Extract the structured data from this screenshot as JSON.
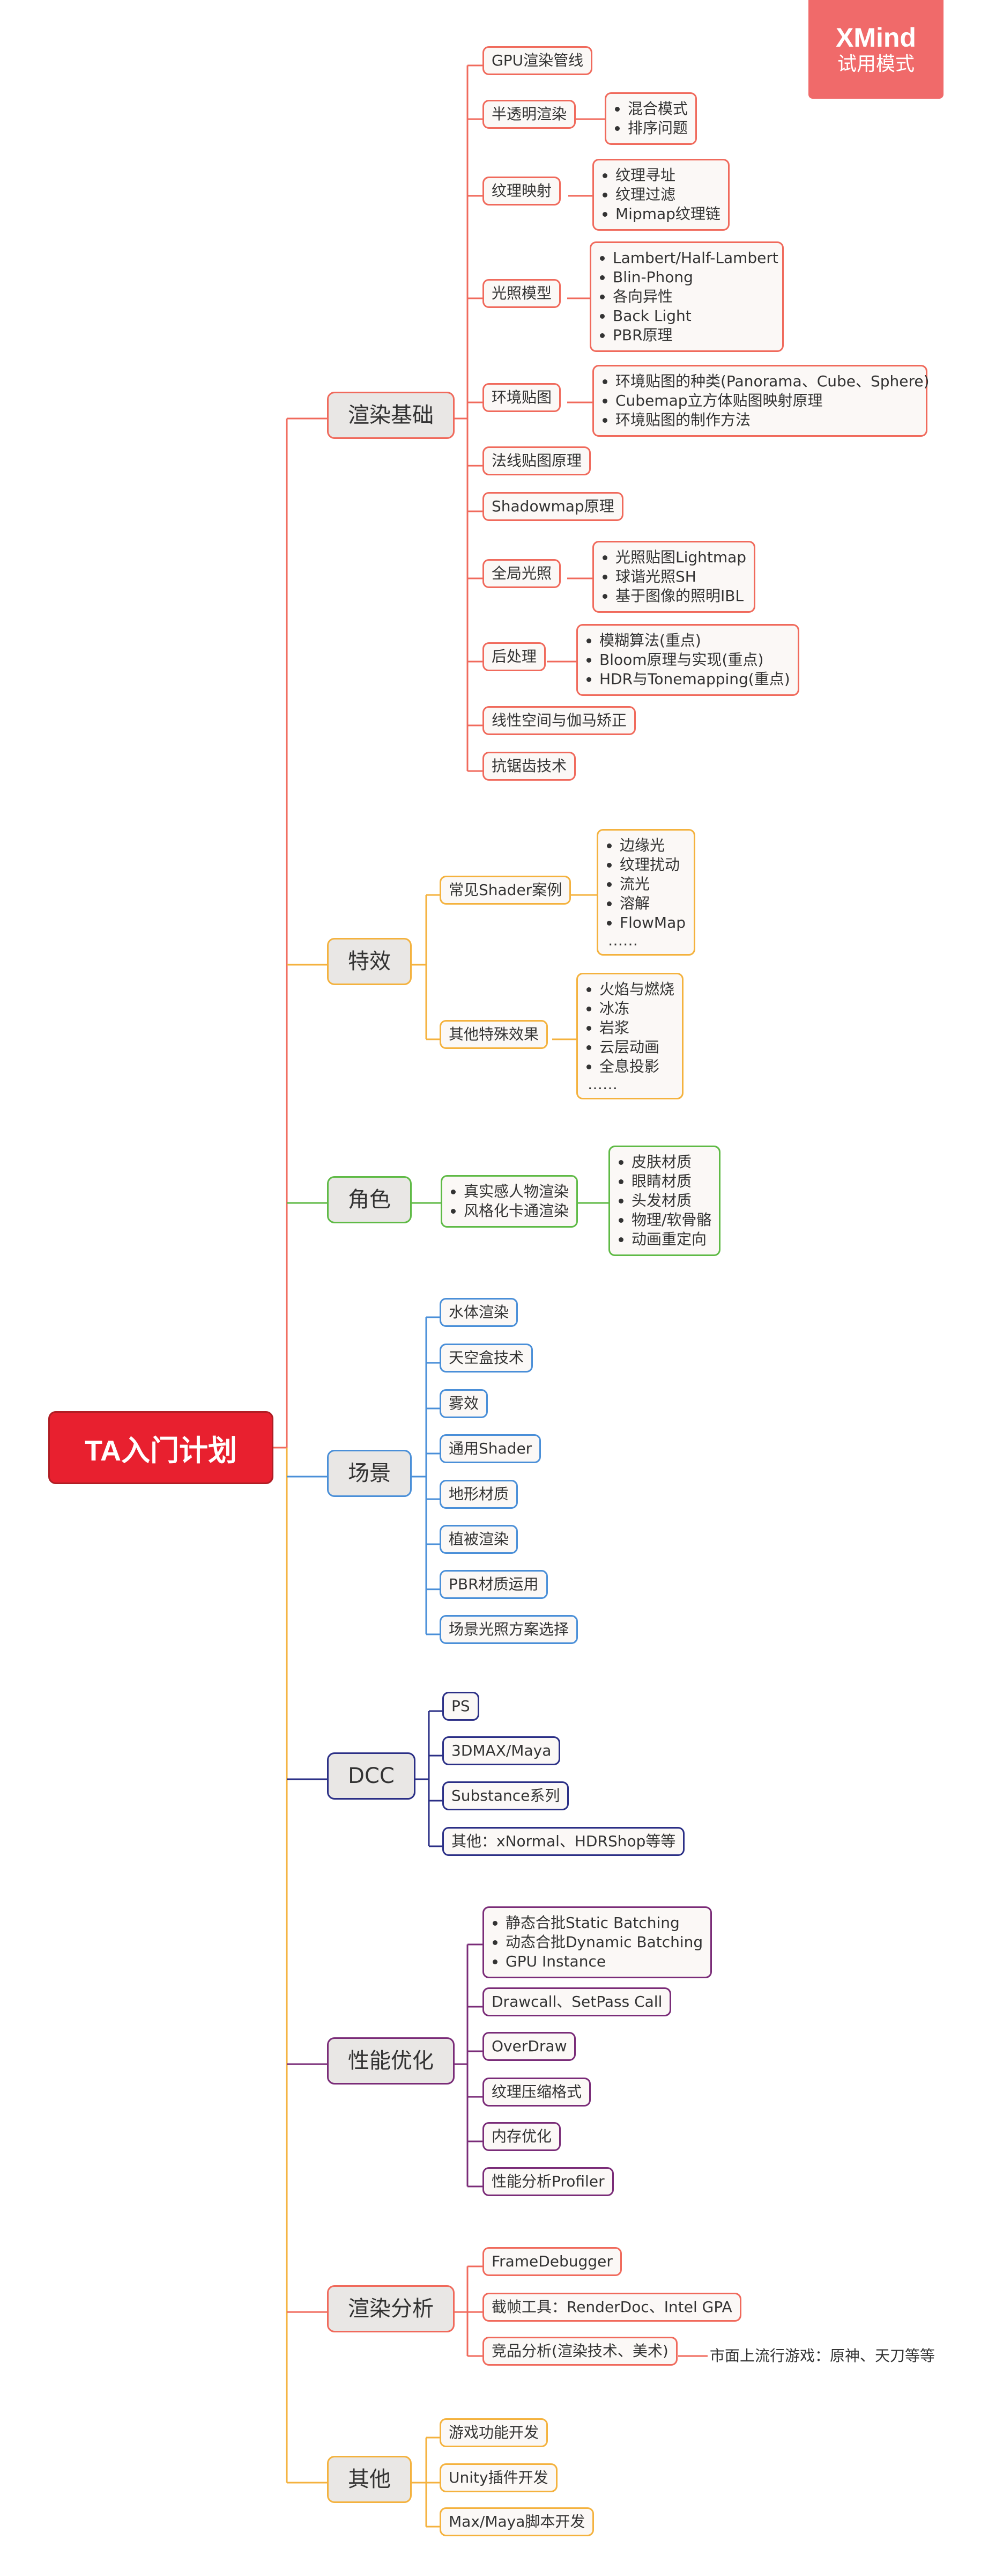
{
  "root": "TA入门计划",
  "badge": {
    "brand": "XMind",
    "mode": "试用模式"
  },
  "branches": {
    "render": {
      "label": "渲染基础",
      "items": {
        "gpu": "GPU渲染管线",
        "blend": "半透明渲染",
        "blend_sub": [
          "混合模式",
          "排序问题"
        ],
        "tex": "纹理映射",
        "tex_sub": [
          "纹理寻址",
          "纹理过滤",
          "Mipmap纹理链"
        ],
        "light": "光照模型",
        "light_sub": [
          "Lambert/Half-Lambert",
          "Blin-Phong",
          "各向异性",
          "Back Light",
          "PBR原理"
        ],
        "env": "环境贴图",
        "env_sub": [
          "环境贴图的种类(Panorama、Cube、Sphere)",
          "Cubemap立方体贴图映射原理",
          "环境贴图的制作方法"
        ],
        "normal": "法线贴图原理",
        "shadow": "Shadowmap原理",
        "gi": "全局光照",
        "gi_sub": [
          "光照贴图Lightmap",
          "球谐光照SH",
          "基于图像的照明IBL"
        ],
        "post": "后处理",
        "post_sub": [
          "模糊算法(重点)",
          "Bloom原理与实现(重点)",
          "HDR与Tonemapping(重点)"
        ],
        "gamma": "线性空间与伽马矫正",
        "aa": "抗锯齿技术"
      }
    },
    "fx": {
      "label": "特效",
      "items": {
        "common": "常见Shader案例",
        "common_sub": [
          "边缘光",
          "纹理扰动",
          "流光",
          "溶解",
          "FlowMap"
        ],
        "common_more": "……",
        "other": "其他特殊效果",
        "other_sub": [
          "火焰与燃烧",
          "冰冻",
          "岩浆",
          "云层动画",
          "全息投影"
        ],
        "other_more": "……"
      }
    },
    "char": {
      "label": "角色",
      "items": {
        "styles": [
          "真实感人物渲染",
          "风格化卡通渲染"
        ],
        "sub": [
          "皮肤材质",
          "眼睛材质",
          "头发材质",
          "物理/软骨骼",
          "动画重定向"
        ]
      }
    },
    "scene": {
      "label": "场景",
      "items": [
        "水体渲染",
        "天空盒技术",
        "雾效",
        "通用Shader",
        "地形材质",
        "植被渲染",
        "PBR材质运用",
        "场景光照方案选择"
      ]
    },
    "dcc": {
      "label": "DCC",
      "items": [
        "PS",
        "3DMAX/Maya",
        "Substance系列",
        "其他：xNormal、HDRShop等等"
      ]
    },
    "perf": {
      "label": "性能优化",
      "items": {
        "batch": [
          "静态合批Static Batching",
          "动态合批Dynamic Batching",
          "GPU Instance"
        ],
        "list": [
          "Drawcall、SetPass Call",
          "OverDraw",
          "纹理压缩格式",
          "内存优化",
          "性能分析Profiler"
        ]
      }
    },
    "analysis": {
      "label": "渲染分析",
      "items": {
        "fd": "FrameDebugger",
        "cap": "截帧工具：RenderDoc、Intel GPA",
        "comp": "竞品分析(渲染技术、美术)",
        "comp_note": "市面上流行游戏：原神、天刀等等"
      }
    },
    "misc": {
      "label": "其他",
      "items": [
        "游戏功能开发",
        "Unity插件开发",
        "Max/Maya脚本开发"
      ]
    }
  },
  "colors": {
    "red": "#f06a5c",
    "orange": "#f4b23e",
    "green": "#5fba46",
    "blue": "#4a8fd8",
    "navy": "#2b2f86",
    "purple": "#7a2c78",
    "root": "#e8202f",
    "badge": "#f06a6a"
  }
}
